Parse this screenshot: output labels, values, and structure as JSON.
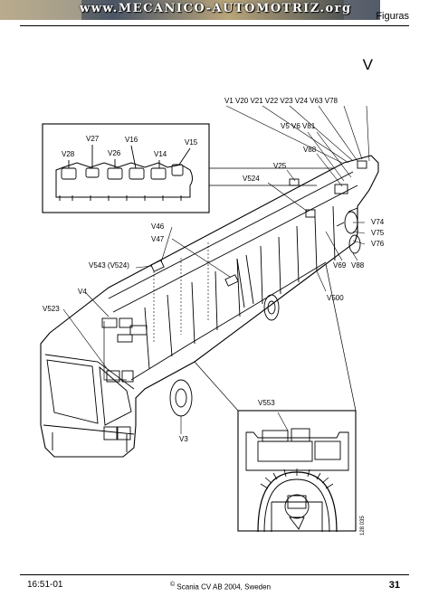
{
  "banner": {
    "text": "www.MECANICO-AUTOMOTRIZ.org",
    "colors": [
      "#7a6a4a",
      "#3b4a5a",
      "#c8b27a",
      "#2a3340"
    ]
  },
  "header": {
    "section": "Figuras",
    "letter": "V"
  },
  "labels": {
    "top_row": "V1  V20  V21  V22  V23  V24  V63  V78",
    "v5": "V5  V6  V81",
    "v88_top": "V88",
    "v25": "V25",
    "v524": "V524",
    "v27": "V27",
    "v16": "V16",
    "v28": "V28",
    "v26": "V26",
    "v14": "V14",
    "v15": "V15",
    "v46": "V46",
    "v47": "V47",
    "v74": "V74",
    "v75": "V75",
    "v76": "V76",
    "v69": "V69",
    "v88_bottom": "V88",
    "v543": "V543 (V524)",
    "v4": "V4",
    "v523": "V523",
    "v500": "V500",
    "v553": "V553",
    "v3": "V3"
  },
  "figure_code": "128 035",
  "footer": {
    "left": "16:51-01",
    "copyright_symbol": "©",
    "center": "Scania CV AB 2004, Sweden",
    "page": "31"
  }
}
